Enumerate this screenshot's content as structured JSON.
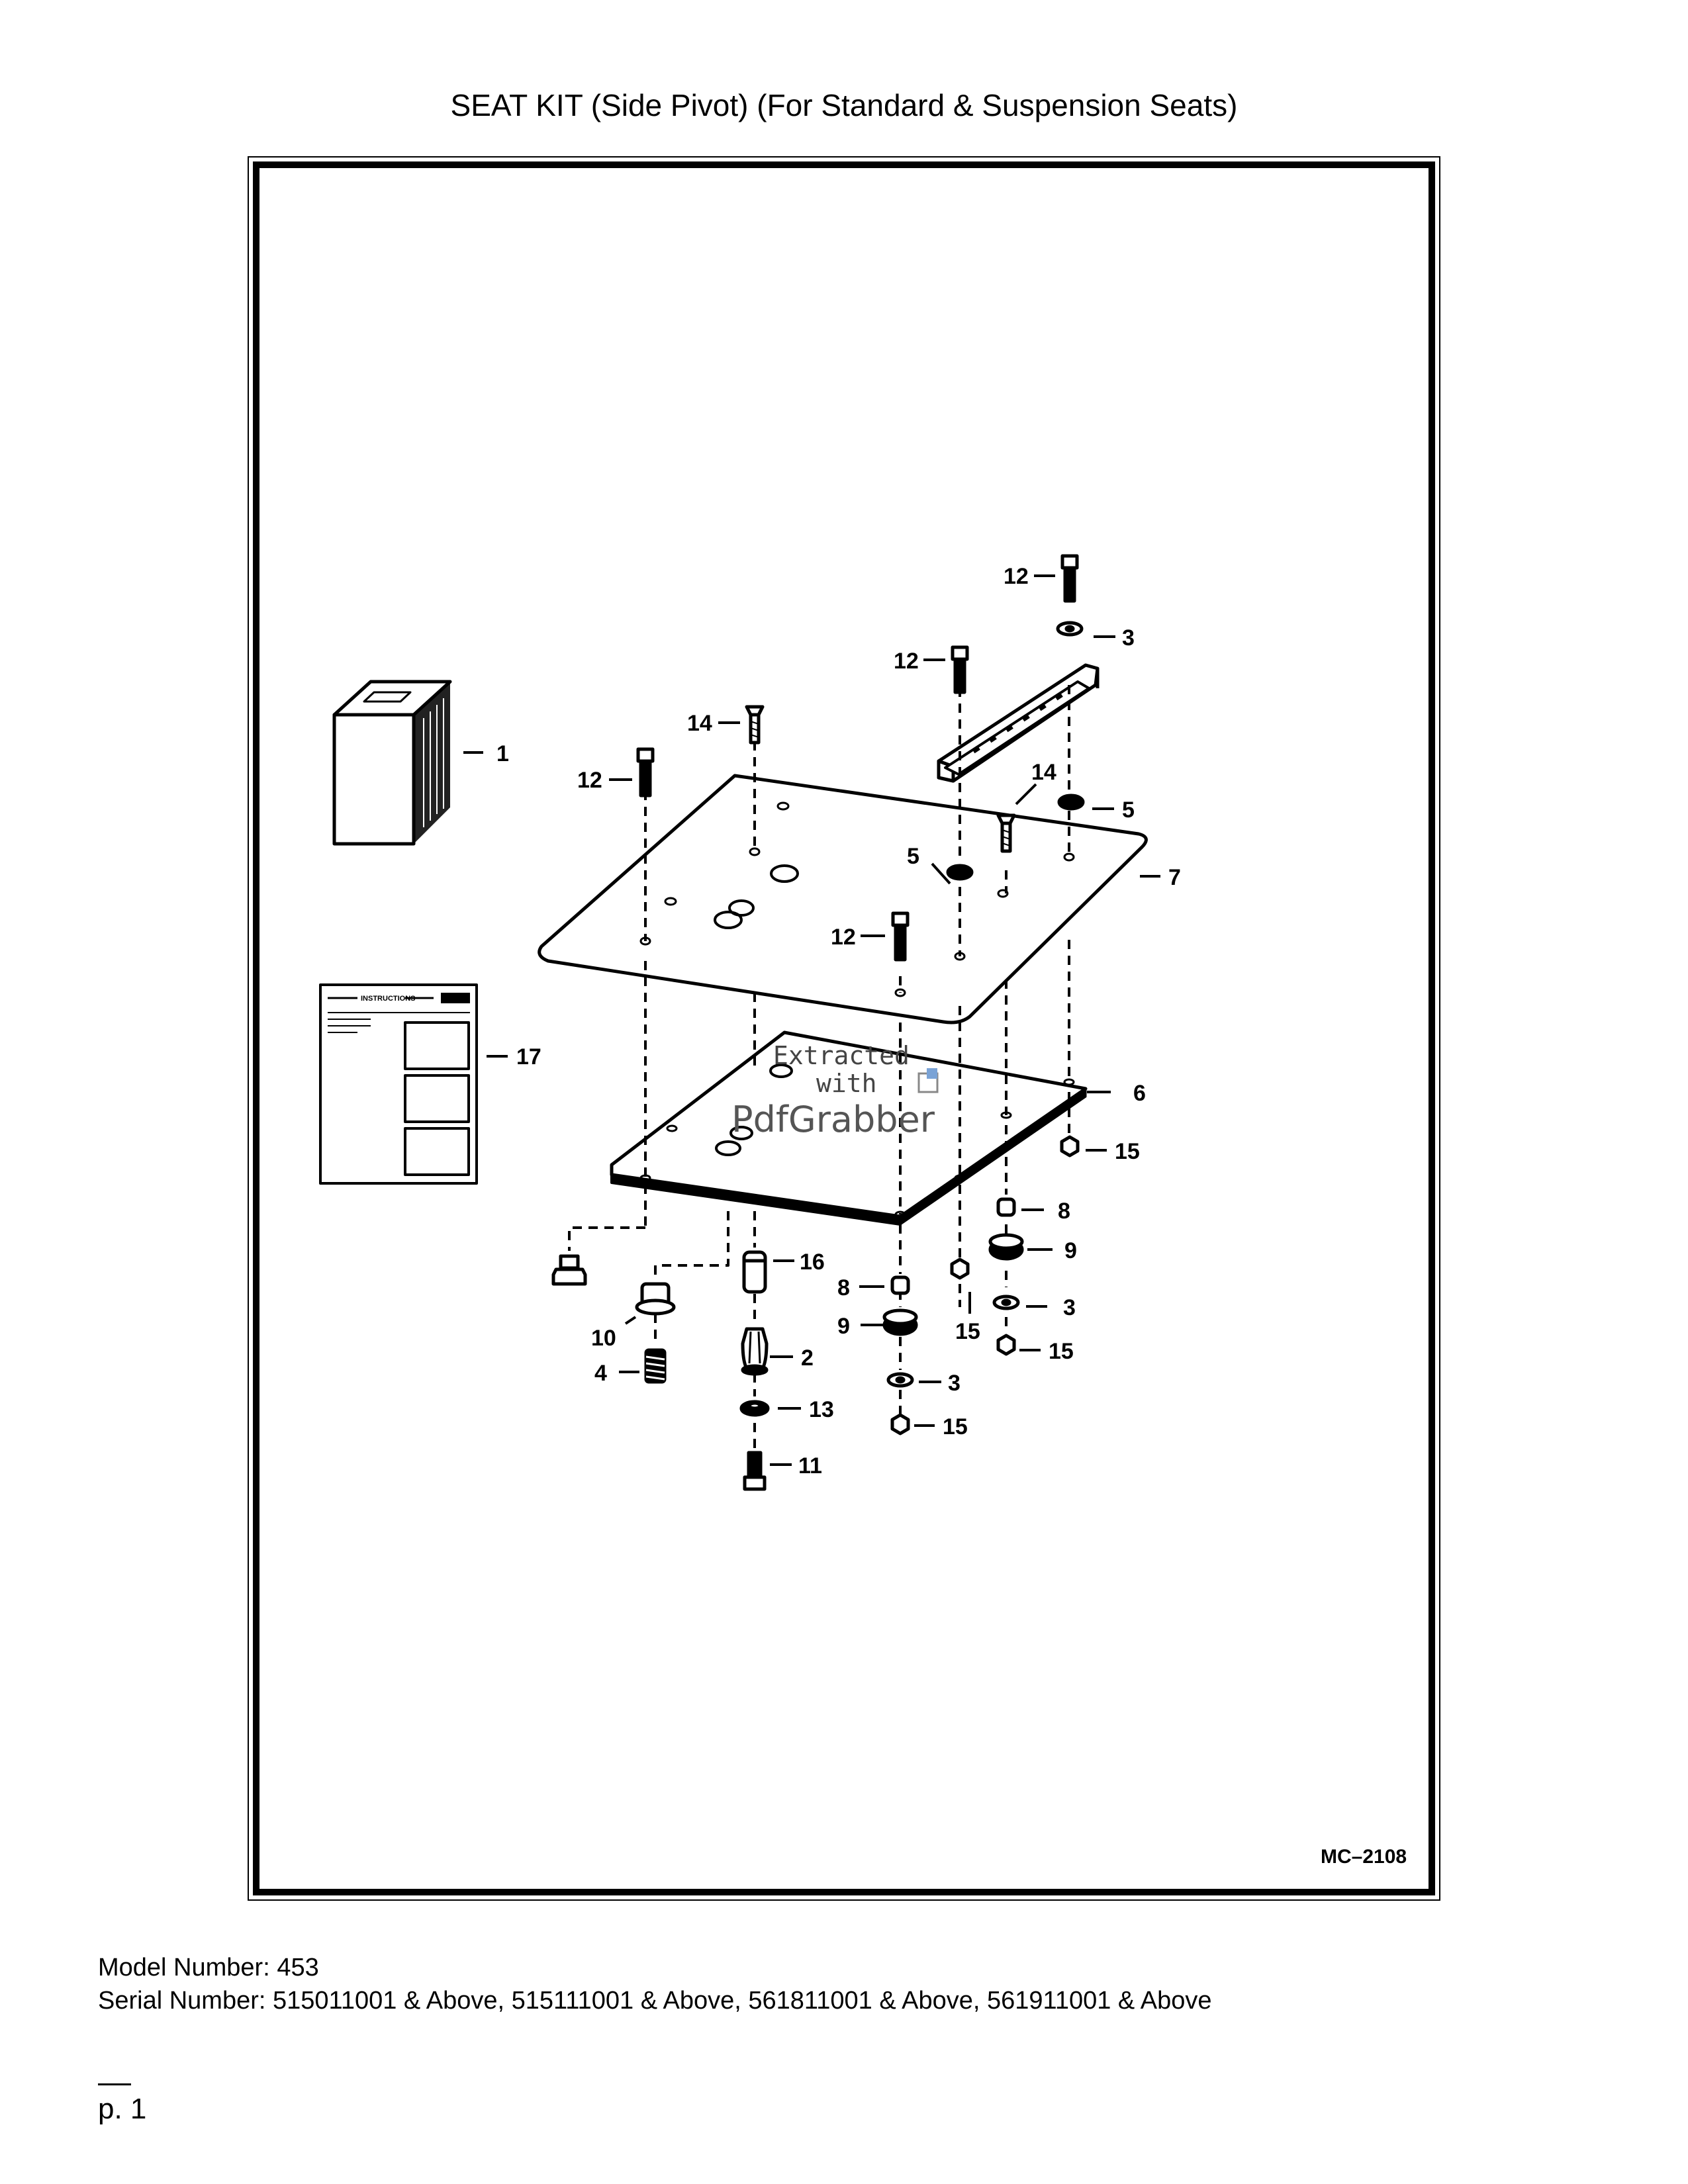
{
  "page": {
    "title": "SEAT KIT (Side Pivot) (For Standard & Suspension Seats)",
    "model_line": "Model Number: 453",
    "serial_line": "Serial Number: 515011001 & Above, 515111001 & Above, 561811001 & Above, 561911001 & Above",
    "page_number": "p. 1"
  },
  "diagram": {
    "drawing_code": "MC–2108",
    "callouts": [
      "12",
      "3",
      "12",
      "14",
      "1",
      "12",
      "14",
      "5",
      "5",
      "7",
      "12",
      "17",
      "6",
      "15",
      "8",
      "9",
      "3",
      "15",
      "16",
      "8",
      "9",
      "15",
      "10",
      "2",
      "4",
      "3",
      "15",
      "13",
      "11"
    ],
    "instruction_sheet_heading": "INSTRUCTIONS"
  },
  "watermark": {
    "line1": "Extracted",
    "line2": "with",
    "line3": "PdfGrabber"
  }
}
